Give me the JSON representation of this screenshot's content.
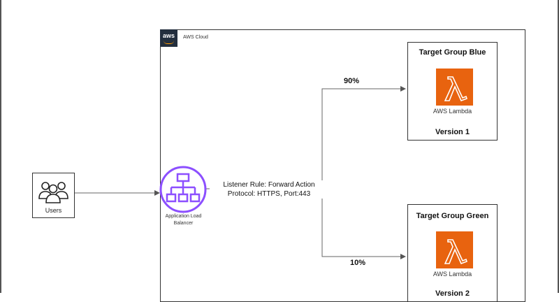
{
  "cloud": {
    "label": "AWS Cloud",
    "badge": "aws"
  },
  "users": {
    "label": "Users"
  },
  "alb": {
    "label_line1": "Application Load",
    "label_line2": "Balancer"
  },
  "listener": {
    "line1": "Listener Rule: Forward Action",
    "line2": "Protocol: HTTPS, Port:443"
  },
  "routes": {
    "blue_pct": "90%",
    "green_pct": "10%"
  },
  "target_groups": [
    {
      "title": "Target Group Blue",
      "service": "AWS Lambda",
      "version": "Version 1"
    },
    {
      "title": "Target Group Green",
      "service": "AWS Lambda",
      "version": "Version 2"
    }
  ],
  "colors": {
    "alb": "#8c4fff",
    "lambda": "#e8630f",
    "aws_badge": "#232f3e"
  }
}
